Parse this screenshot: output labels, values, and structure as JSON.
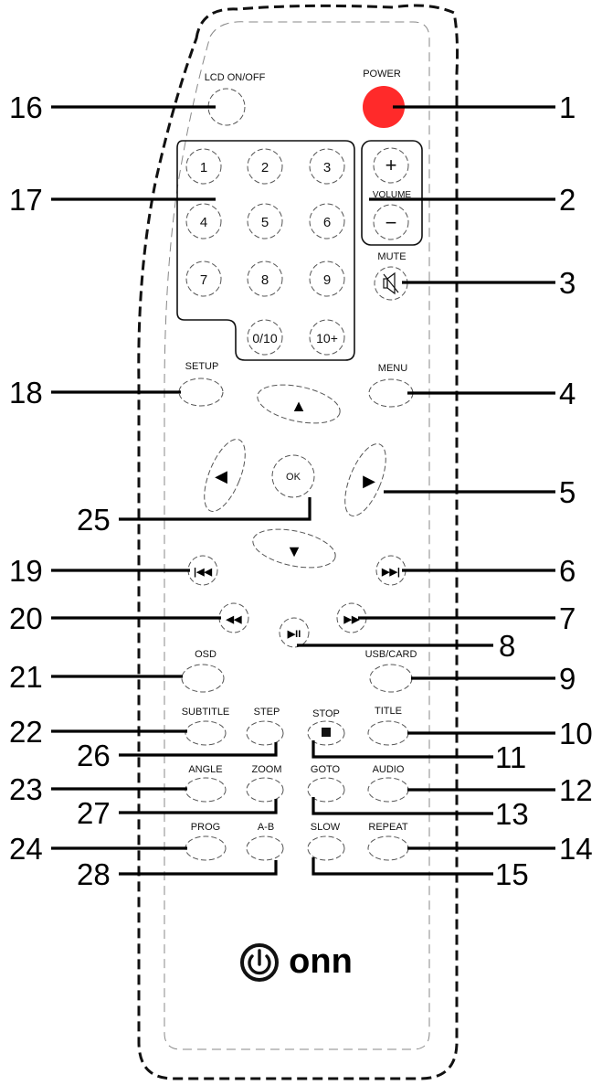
{
  "colors": {
    "power": "#ff2a2a",
    "outline": "#111111",
    "leader": "#000000"
  },
  "labels": {
    "lcd": "LCD ON/OFF",
    "power": "POWER",
    "volume": "VOLUME",
    "mute": "MUTE",
    "setup": "SETUP",
    "menu": "MENU",
    "ok": "OK",
    "osd": "OSD",
    "usb": "USB/CARD",
    "subtitle": "SUBTITLE",
    "step": "STEP",
    "stop": "STOP",
    "title": "TITLE",
    "angle": "ANGLE",
    "zoom": "ZOOM",
    "goto": "GOTO",
    "audio": "AUDIO",
    "prog": "PROG",
    "ab": "A-B",
    "slow": "SLOW",
    "repeat": "REPEAT"
  },
  "keypad": [
    "1",
    "2",
    "3",
    "4",
    "5",
    "6",
    "7",
    "8",
    "9",
    "0/10",
    "10+"
  ],
  "volume_keys": {
    "plus": "+",
    "minus": "−"
  },
  "icons": {
    "up": "▲",
    "down": "▼",
    "left": "◀",
    "right": "▶",
    "prev": "|◀◀",
    "next": "▶▶|",
    "rew": "◀◀",
    "ffw": "▶▶",
    "play": "▶II",
    "stop": "■",
    "mute": "speaker-mute-icon",
    "brand": "power-icon"
  },
  "brand": "onn",
  "callouts": {
    "c1": "1",
    "c2": "2",
    "c3": "3",
    "c4": "4",
    "c5": "5",
    "c6": "6",
    "c7": "7",
    "c8": "8",
    "c9": "9",
    "c10": "10",
    "c11": "11",
    "c12": "12",
    "c13": "13",
    "c14": "14",
    "c15": "15",
    "c16": "16",
    "c17": "17",
    "c18": "18",
    "c19": "19",
    "c20": "20",
    "c21": "21",
    "c22": "22",
    "c23": "23",
    "c24": "24",
    "c25": "25",
    "c26": "26",
    "c27": "27",
    "c28": "28"
  }
}
